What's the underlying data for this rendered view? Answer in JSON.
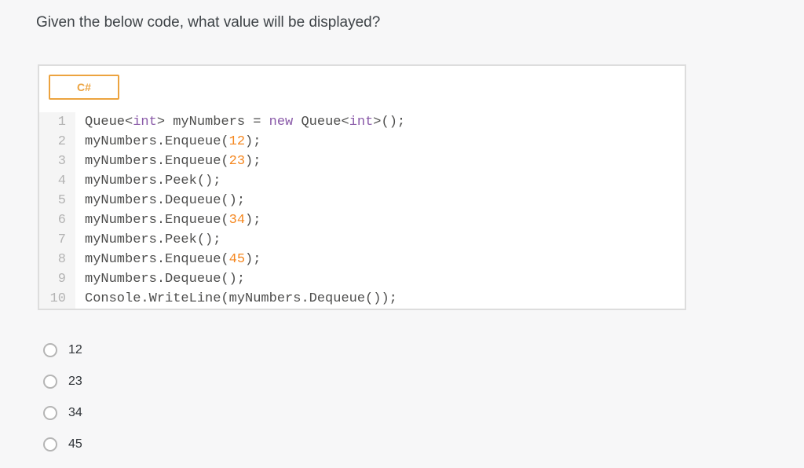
{
  "question": {
    "text": "Given the below code, what value will be displayed?"
  },
  "code_panel": {
    "language": "C#",
    "accent_color": "#ECA33F",
    "keyword_color": "#8959A8",
    "number_color": "#F5871F",
    "lines": [
      {
        "number": "1",
        "tokens": [
          {
            "text": "Queue<"
          },
          {
            "text": "int",
            "type": "keyword"
          },
          {
            "text": "> myNumbers = "
          },
          {
            "text": "new",
            "type": "keyword"
          },
          {
            "text": " Queue<"
          },
          {
            "text": "int",
            "type": "keyword"
          },
          {
            "text": ">();"
          }
        ]
      },
      {
        "number": "2",
        "tokens": [
          {
            "text": "myNumbers.Enqueue("
          },
          {
            "text": "12",
            "type": "number"
          },
          {
            "text": ");"
          }
        ]
      },
      {
        "number": "3",
        "tokens": [
          {
            "text": "myNumbers.Enqueue("
          },
          {
            "text": "23",
            "type": "number"
          },
          {
            "text": ");"
          }
        ]
      },
      {
        "number": "4",
        "tokens": [
          {
            "text": "myNumbers.Peek();"
          }
        ]
      },
      {
        "number": "5",
        "tokens": [
          {
            "text": "myNumbers.Dequeue();"
          }
        ]
      },
      {
        "number": "6",
        "tokens": [
          {
            "text": "myNumbers.Enqueue("
          },
          {
            "text": "34",
            "type": "number"
          },
          {
            "text": ");"
          }
        ]
      },
      {
        "number": "7",
        "tokens": [
          {
            "text": "myNumbers.Peek();"
          }
        ]
      },
      {
        "number": "8",
        "tokens": [
          {
            "text": "myNumbers.Enqueue("
          },
          {
            "text": "45",
            "type": "number"
          },
          {
            "text": ");"
          }
        ]
      },
      {
        "number": "9",
        "tokens": [
          {
            "text": "myNumbers.Dequeue();"
          }
        ]
      },
      {
        "number": "10",
        "tokens": [
          {
            "text": "Console.WriteLine(myNumbers.Dequeue());"
          }
        ]
      }
    ]
  },
  "options": [
    {
      "label": "12",
      "selected": false
    },
    {
      "label": "23",
      "selected": false
    },
    {
      "label": "34",
      "selected": false
    },
    {
      "label": "45",
      "selected": false
    }
  ]
}
